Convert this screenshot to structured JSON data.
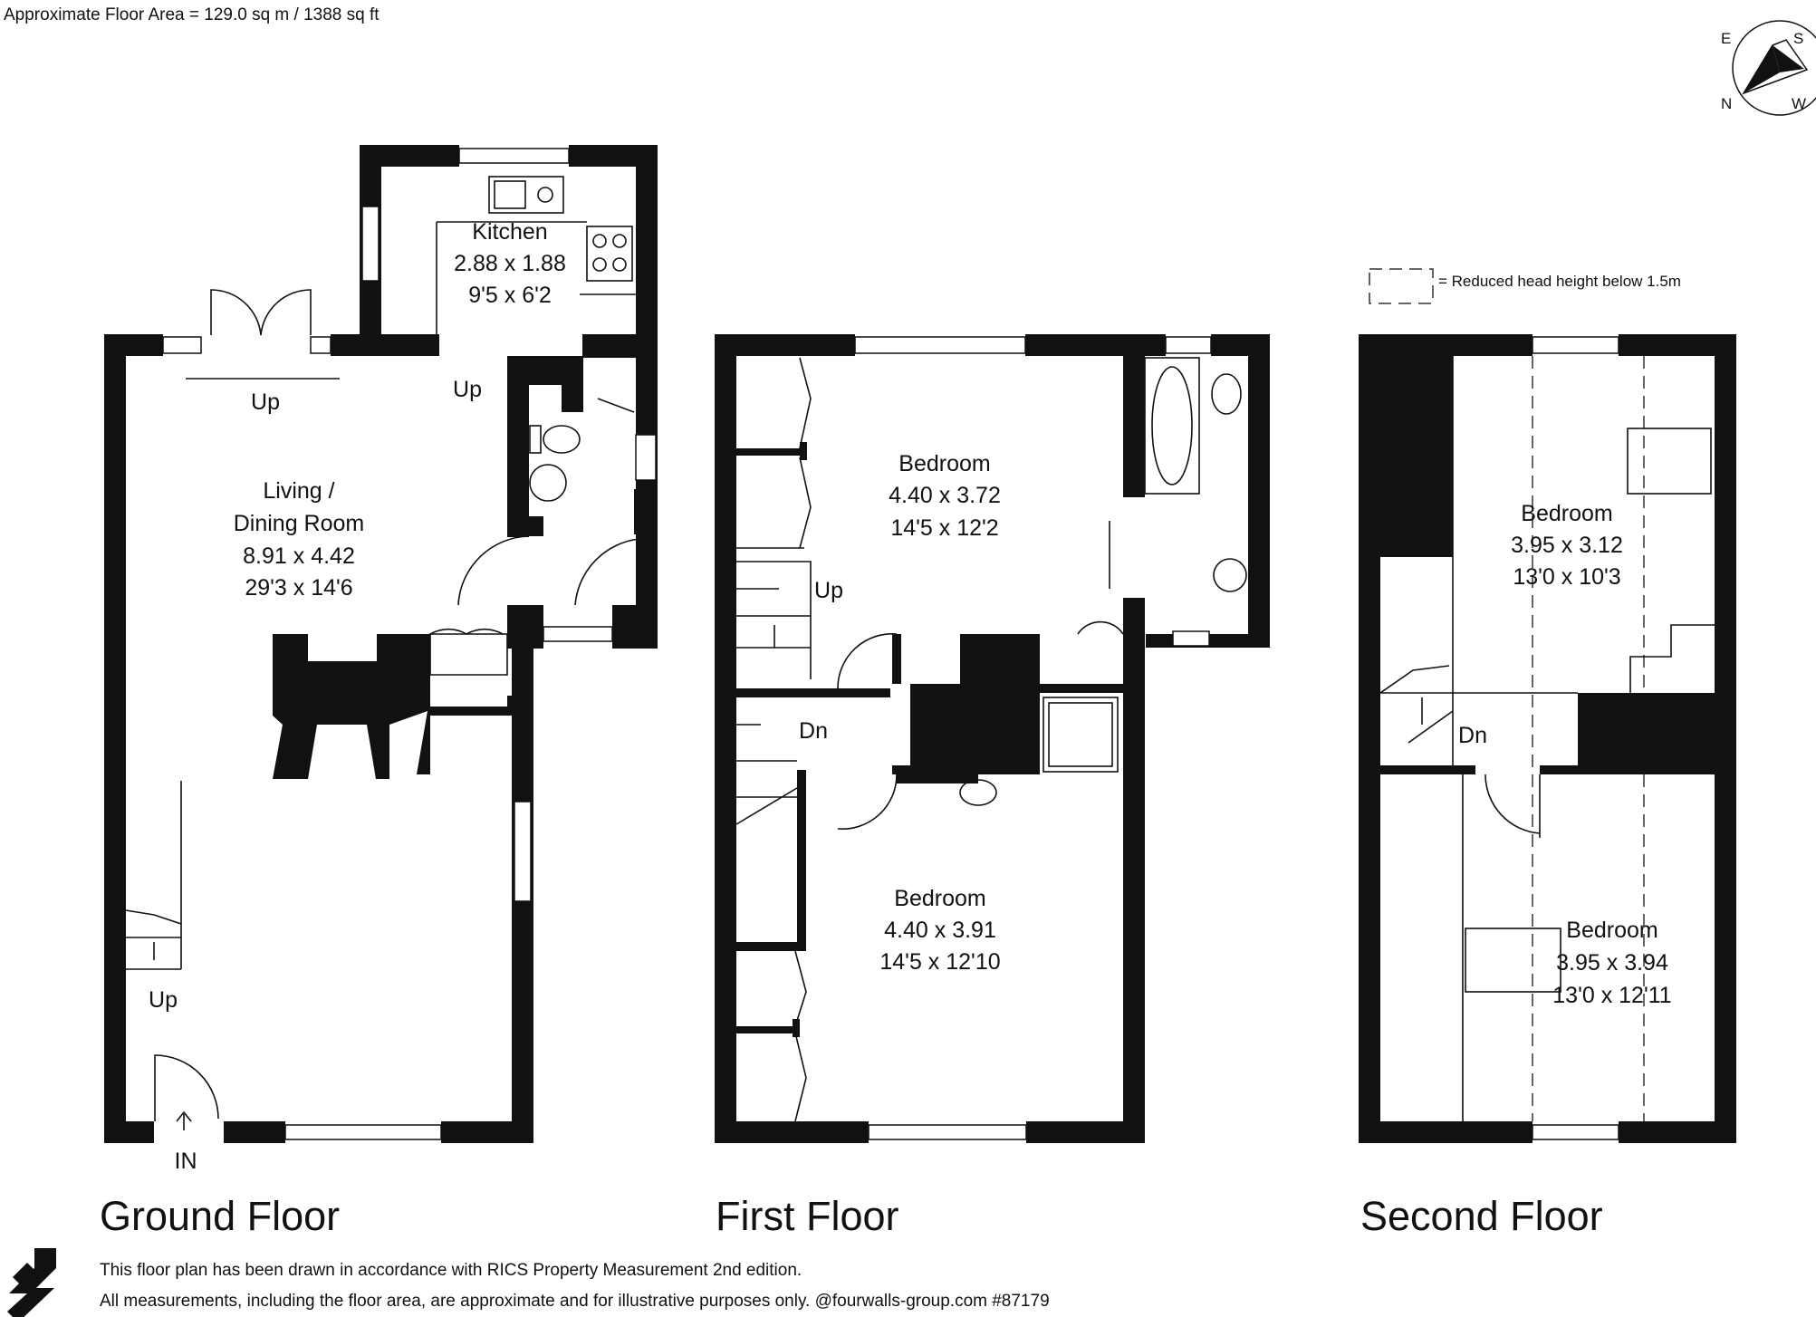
{
  "header": {
    "floor_area": "Approximate Floor Area = 129.0 sq m / 1388 sq ft"
  },
  "legend": {
    "reduced_head_height": "= Reduced head height below 1.5m"
  },
  "compass": {
    "e": "E",
    "s": "S",
    "n": "N",
    "w": "W"
  },
  "floors": {
    "ground": {
      "title": "Ground Floor",
      "kitchen": {
        "name": "Kitchen",
        "metric": "2.88 x 1.88",
        "imperial": "9'5 x 6'2"
      },
      "living": {
        "name_line1": "Living /",
        "name_line2": "Dining Room",
        "metric": "8.91 x 4.42",
        "imperial": "29'3 x 14'6"
      },
      "labels": {
        "up_doors": "Up",
        "up_kitchen": "Up",
        "up_stairs": "Up",
        "entrance": "IN"
      }
    },
    "first": {
      "title": "First Floor",
      "bedroom_front": {
        "name": "Bedroom",
        "metric": "4.40 x 3.72",
        "imperial": "14'5 x 12'2"
      },
      "bedroom_rear": {
        "name": "Bedroom",
        "metric": "4.40 x 3.91",
        "imperial": "14'5 x 12'10"
      },
      "labels": {
        "up": "Up",
        "down": "Dn"
      }
    },
    "second": {
      "title": "Second Floor",
      "bedroom_upper": {
        "name": "Bedroom",
        "metric": "3.95 x 3.12",
        "imperial": "13'0 x 10'3"
      },
      "bedroom_lower": {
        "name": "Bedroom",
        "metric": "3.95 x 3.94",
        "imperial": "13'0 x 12'11"
      },
      "labels": {
        "down": "Dn"
      }
    }
  },
  "footer": {
    "line1": "This floor plan has been drawn in accordance with RICS Property Measurement 2nd edition.",
    "line2": "All measurements, including the floor area, are approximate and for illustrative purposes only. @fourwalls-group.com #87179"
  },
  "colors": {
    "walls": "#111111",
    "background": "#ffffff"
  }
}
